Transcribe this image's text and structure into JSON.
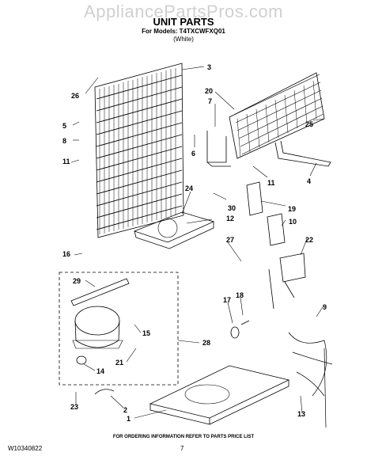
{
  "watermark": "AppliancePartsPros.com",
  "title": "UNIT PARTS",
  "models_line": "For Models: T4TXCWFXQ01",
  "color_line": "(White)",
  "callouts": [
    "3",
    "26",
    "20",
    "7",
    "5",
    "8",
    "6",
    "25",
    "11",
    "11",
    "4",
    "24",
    "30",
    "19",
    "12",
    "10",
    "16",
    "27",
    "22",
    "29",
    "17",
    "18",
    "9",
    "15",
    "28",
    "21",
    "14",
    "2",
    "23",
    "1",
    "13"
  ],
  "footer_note": "FOR ORDERING INFORMATION REFER TO PARTS PRICE LIST",
  "doc_number": "W10340822",
  "page_number": "7"
}
